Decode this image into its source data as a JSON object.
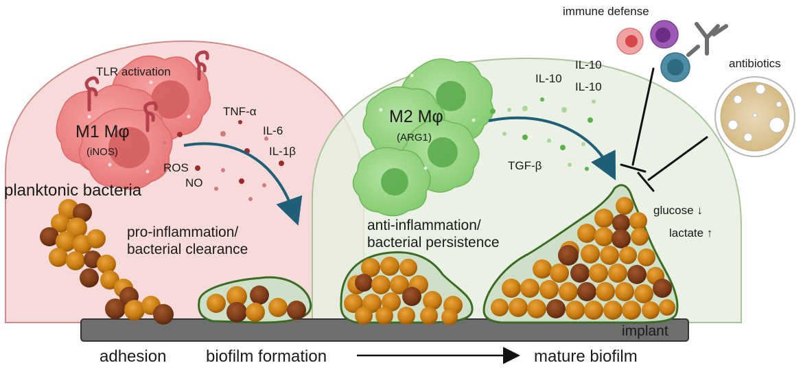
{
  "labels": {
    "immune_defense": "immune defense",
    "antibiotics": "antibiotics",
    "tlr_activation": "TLR activation",
    "m1_title": "M1 Mφ",
    "m1_marker": "(iNOS)",
    "m2_title": "M2 Mφ",
    "m2_marker": "(ARG1)",
    "tnf": "TNF-α",
    "il6": "IL-6",
    "il1b": "IL-1β",
    "ros": "ROS",
    "no": "NO",
    "il10_a": "IL-10",
    "il10_b": "IL-10",
    "il10_c": "IL-10",
    "tgfb": "TGF-β",
    "planktonic": "planktonic bacteria",
    "pro_inflammation_1": "pro-inflammation/",
    "pro_inflammation_2": "bacterial clearance",
    "anti_inflammation_1": "anti-inflammation/",
    "anti_inflammation_2": "bacterial persistence",
    "glucose": "glucose ↓",
    "lactate": "lactate ↑",
    "implant": "implant",
    "adhesion": "adhesion",
    "biofilm_formation": "biofilm formation",
    "mature_biofilm": "mature biofilm"
  },
  "colors": {
    "pro_zone": "#f6d3d3",
    "pro_zone_border": "#cf8a8a",
    "anti_zone": "#e7efe0",
    "anti_zone_border": "#a9c39a",
    "m1_cell": "#ee8585",
    "m1_nucleus": "#d25a5a",
    "m2_cell": "#93d481",
    "m2_nucleus": "#58a84a",
    "bacteria_orange": "#c77a10",
    "bacteria_brown": "#7a3a18",
    "biofilm_matrix": "#cfe0c8",
    "biofilm_border": "#3b6b22",
    "implant": "#6e6e6e",
    "arrow": "#1f5f78",
    "tlr_receptor": "#b3404a"
  },
  "icons": [
    "tlr-receptor-icon",
    "neutrophil-icon",
    "lymphocyte-icon",
    "monocyte-icon",
    "antibody-icon",
    "petri-dish-icon",
    "inhibition-icon",
    "arrow-icon"
  ]
}
